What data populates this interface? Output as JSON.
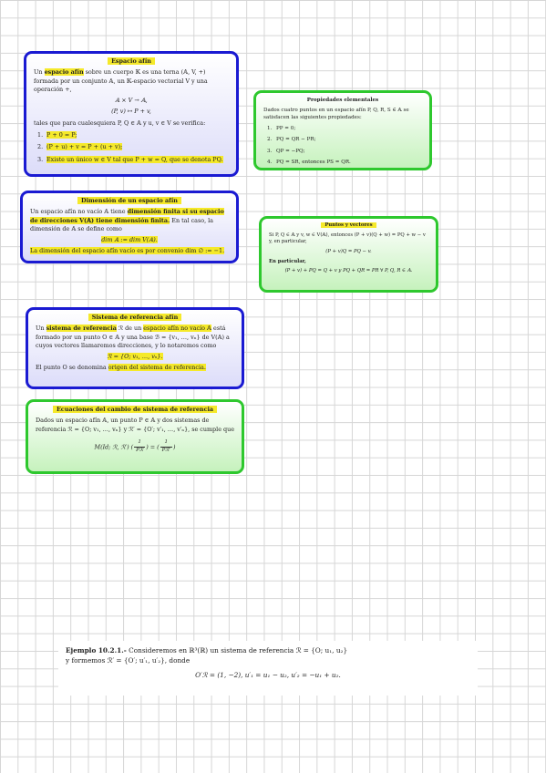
{
  "card1": {
    "title": "Espacio afín",
    "intro_pre": "Un",
    "intro_hl": "espacio afín",
    "intro_post": "sobre un cuerpo 𝕂 es una terna (𝔸, V, +) formada por un conjunto 𝔸, un 𝕂-espacio vectorial V y una operación +,",
    "map_line1": "𝔸 × V → 𝔸,",
    "map_line2": "(P, v) ↦ P + v,",
    "cond_intro": "tales que para cualesquiera P, Q ∈ 𝔸 y u, v ∈ V se verifica:",
    "items": [
      {
        "num": "1.",
        "text": "P + 0 = P;"
      },
      {
        "num": "2.",
        "text": "(P + u) + v = P + (u + v);"
      },
      {
        "num": "3.",
        "text": "Existe un único w ∈ V tal que P + w = Q, que se denota PQ."
      }
    ]
  },
  "card2": {
    "title": "Propiedades elementales",
    "intro": "Dados cuatro puntos en un espacio afín P, Q, R, S ∈ 𝔸 se satisfacen las siguientes propiedades:",
    "items": [
      {
        "num": "1.",
        "text": "PP = 0;"
      },
      {
        "num": "2.",
        "text": "PQ = QR − PR;"
      },
      {
        "num": "3.",
        "text": "QP = −PQ;"
      },
      {
        "num": "4.",
        "text": "PQ = SR, entonces PS = QR."
      }
    ]
  },
  "card3": {
    "title": "Dimensión de un espacio afín",
    "text_pre": "Un espacio afín no vacío 𝔸 tiene",
    "text_hl": "dimensión finita si su espacio de direcciones V(𝔸) tiene dimensión finita.",
    "text_post": "En tal caso, la dimensión de 𝔸 se define como",
    "formula": "dim 𝔸 := dim V(𝔸).",
    "empty_dim": "La dimensión del espacio afín vacío es por convenio dim ∅ := −1."
  },
  "card4": {
    "title": "Puntos y vectores",
    "line1": "Si P, Q ∈ 𝔸 y v, w ∈ V(𝔸), entonces (P + v)(Q + w) = PQ + w − v y, en particular,",
    "line2": "(P + v)Q = PQ − v.",
    "sub": "En particular,",
    "line3": "(P + v) + PQ = Q + v   y   PQ + QR = PR   ∀ P, Q, R ∈ 𝔸."
  },
  "card5": {
    "title": "Sistema de referencia afín",
    "text_pre": "Un",
    "text_hl1": "sistema de referencia",
    "text_mid1": "ℛ de un",
    "text_hl2": "espacio afín no vacío 𝔸",
    "text_post": "está formado por un punto O ∈ 𝔸 y una base ℬ = {v₁, …, vₙ} de V(𝔸) a cuyos vectores llamaremos direcciones, y lo notaremos como",
    "formula": "ℛ = {O; v₁, …, vₙ}.",
    "origin_pre": "El punto O se denomina",
    "origin_hl": "origen del sistema de referencia."
  },
  "card6": {
    "title": "Ecuaciones del cambio de sistema de referencia",
    "text": "Dados un espacio afín 𝔸, un punto P ∈ 𝔸 y dos sistemas de referencia ℛ = {O; v₁, …, vₙ} y ℛ′ = {O′; v′₁, …, v′ₙ}, se cumple que",
    "formula_left": "M(Id; ℛ, ℛ′)",
    "frac1_num": "1",
    "frac1_den": "Pℛ",
    "frac2_num": "1",
    "frac2_den": "Pℛ′"
  },
  "example": {
    "label": "Ejemplo 10.2.1.-",
    "line1": "Consideremos en ℝ³(ℝ) un sistema de referencia ℛ = {O; u₁, u₂}",
    "line2": "y formemos ℛ′ = {O′; u′₁, u′₂}, donde",
    "equation": "O′ℛ = (1, −2),   u′₁ = u₁ − u₂,   u′₂ = −u₁ + u₂."
  }
}
